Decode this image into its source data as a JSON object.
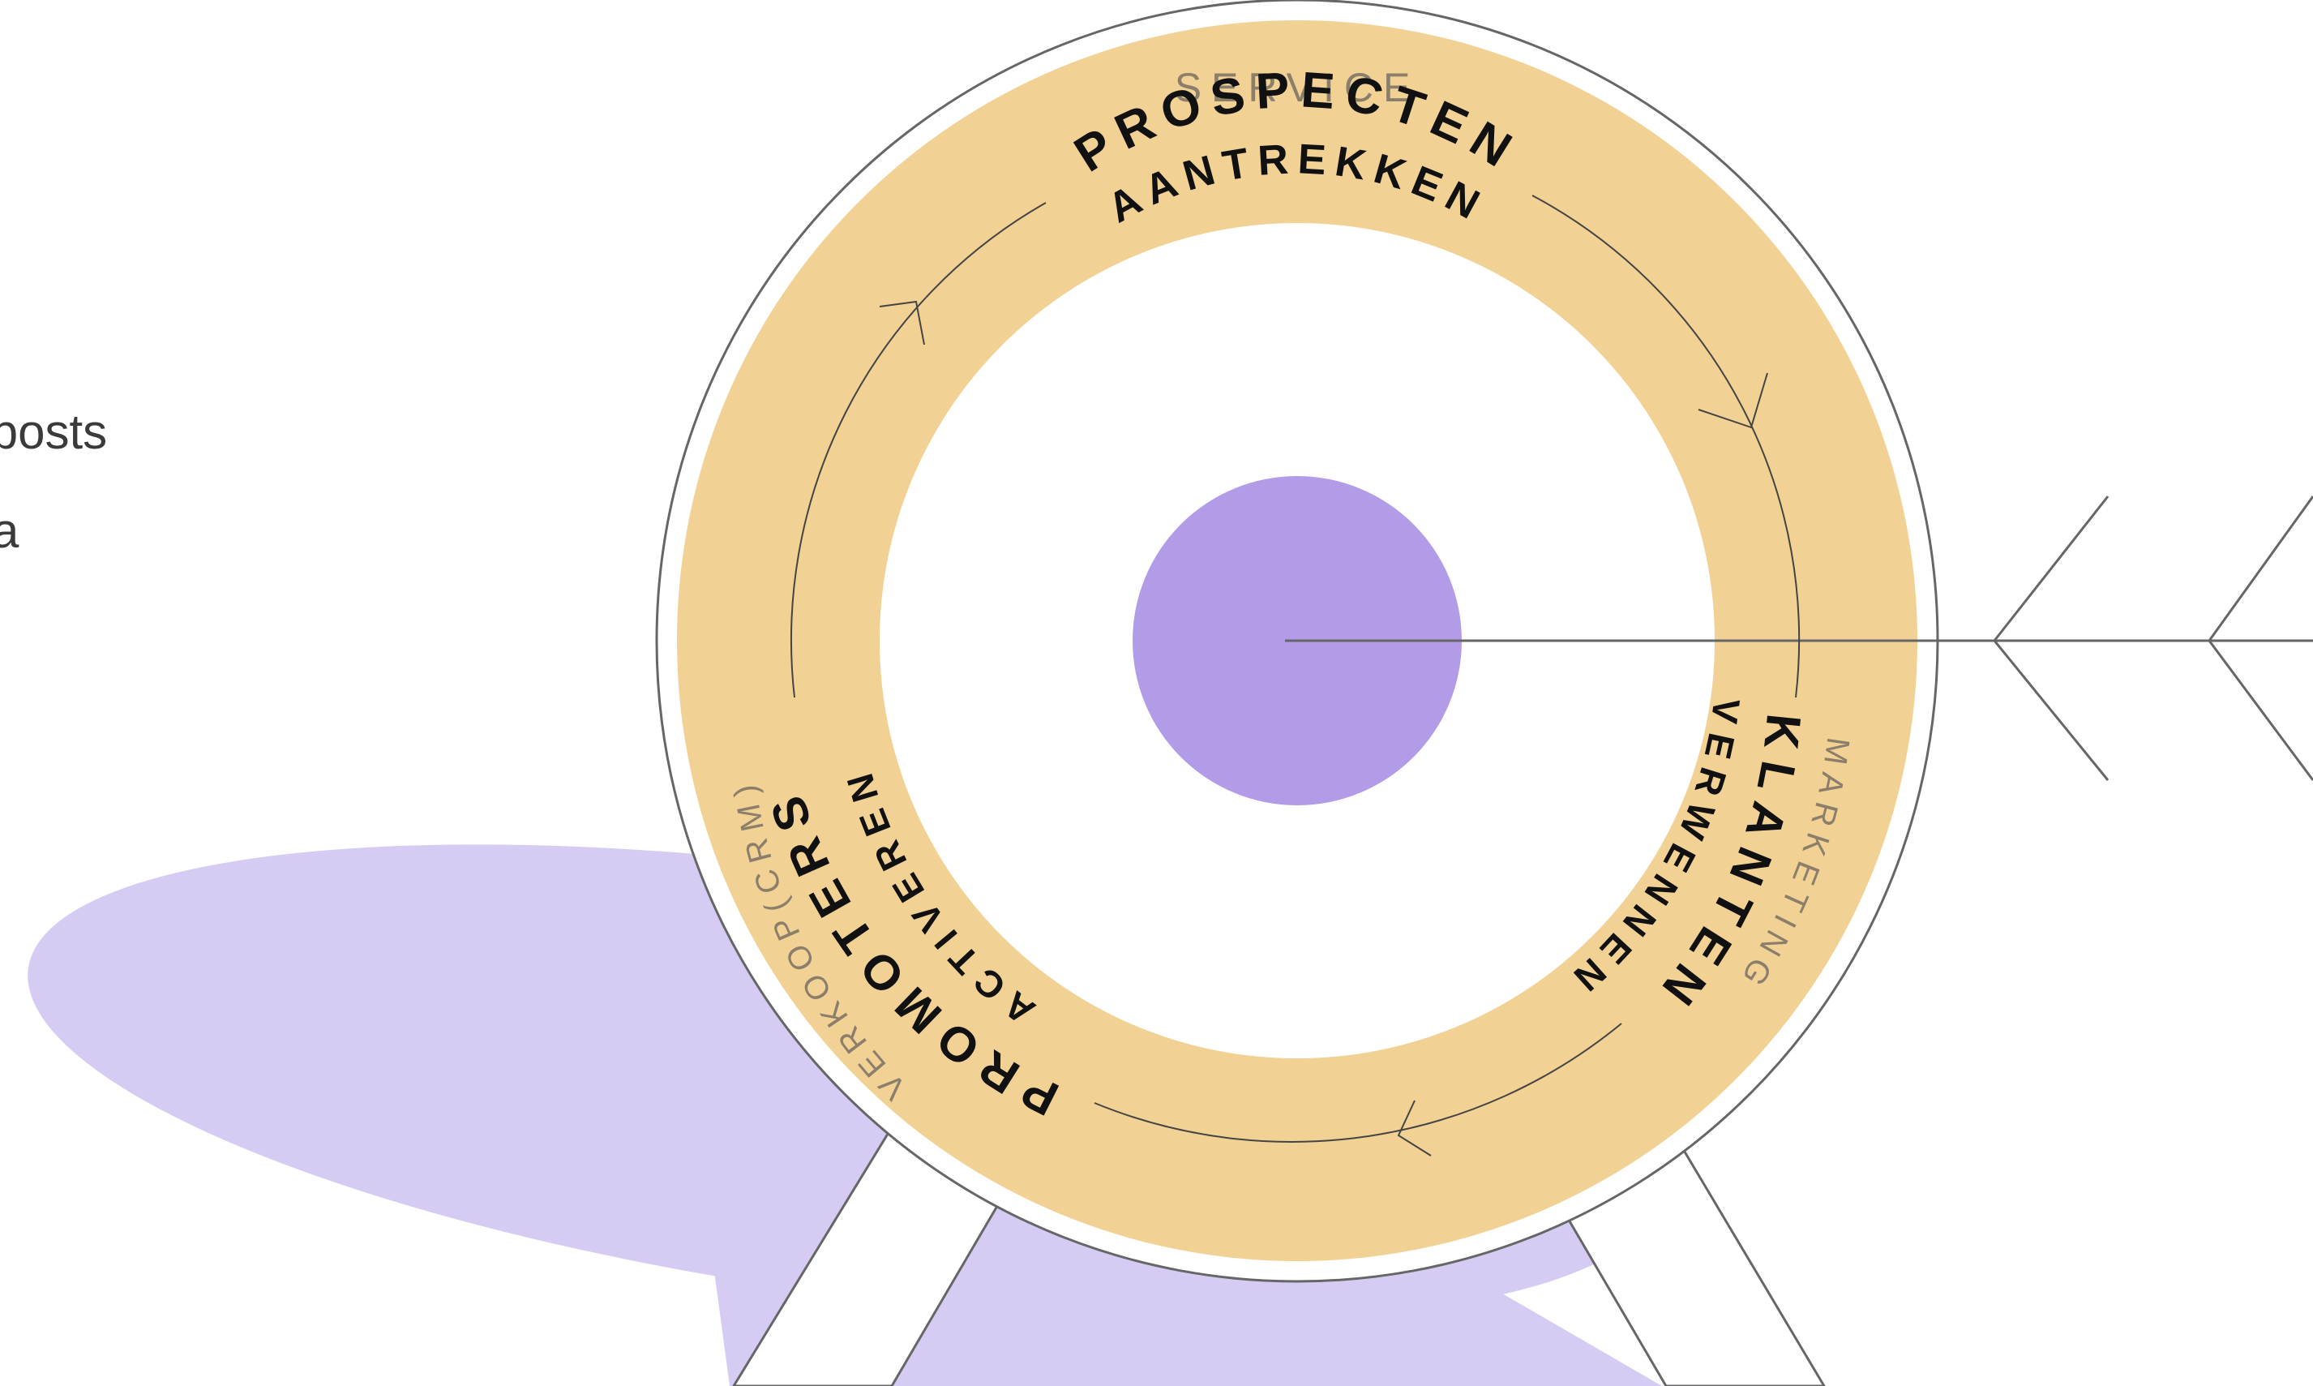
{
  "side_texts": [
    "ogposts",
    "a"
  ],
  "ring": {
    "top": {
      "dept": "SERVICE",
      "title": "PROSPECTEN",
      "subtitle": "AANTREKKEN"
    },
    "right": {
      "dept": "MARKETING",
      "title": "KLANTEN",
      "subtitle": "VERWENNEN"
    },
    "left": {
      "dept": "VERKOOP(CRM)",
      "title": "PROMOTERS",
      "subtitle": "ACTIVEREN"
    }
  },
  "colors": {
    "ring": "#f1d294",
    "bullseye": "#b39ce7",
    "shadow": "#d6ccf3",
    "lines": "#666666",
    "dept_text": "#8b7f6b"
  }
}
